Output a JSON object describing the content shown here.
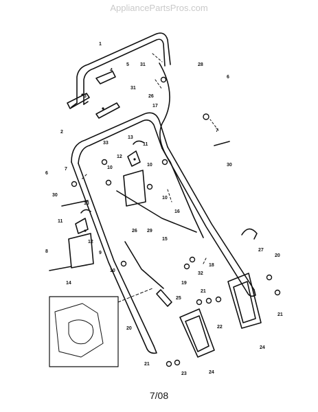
{
  "watermark": "AppliancePartsPros.com",
  "revision": "7/08",
  "callouts": [
    "1",
    "2",
    "3",
    "4",
    "5",
    "6",
    "7",
    "8",
    "9",
    "10",
    "11",
    "12",
    "13",
    "14",
    "15",
    "16",
    "17",
    "18",
    "19",
    "20",
    "21",
    "22",
    "23",
    "24",
    "25",
    "26",
    "27",
    "28",
    "29",
    "30",
    "31",
    "32",
    "33"
  ]
}
